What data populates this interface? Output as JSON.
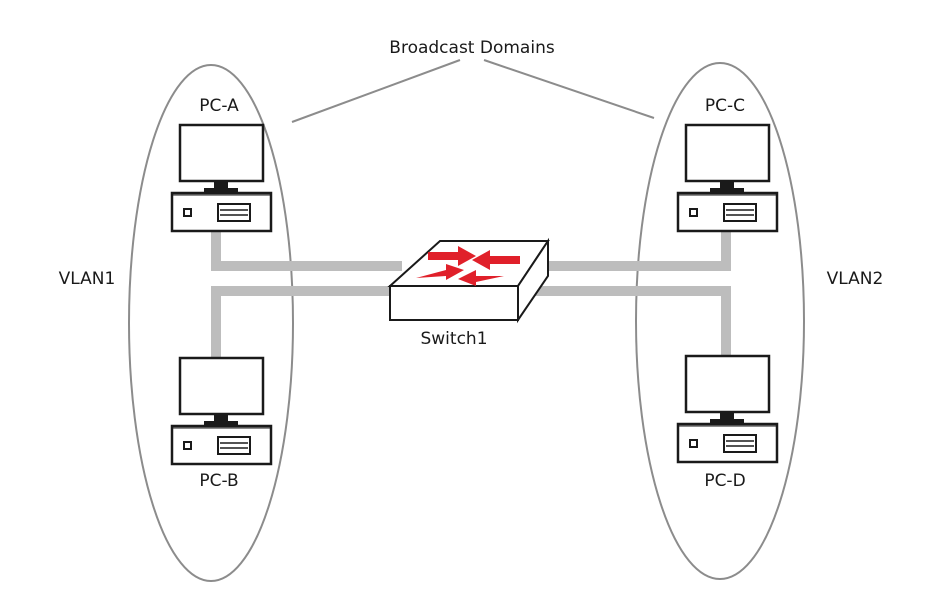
{
  "diagram": {
    "title": "Broadcast Domains",
    "vlans": [
      {
        "label": "VLAN1"
      },
      {
        "label": "VLAN2"
      }
    ],
    "switch": {
      "label": "Switch1"
    },
    "pcs": [
      {
        "label": "PC-A",
        "vlan": "VLAN1"
      },
      {
        "label": "PC-B",
        "vlan": "VLAN1"
      },
      {
        "label": "PC-C",
        "vlan": "VLAN2"
      },
      {
        "label": "PC-D",
        "vlan": "VLAN2"
      }
    ],
    "colors": {
      "outline": "#8c8c8c",
      "cable": "#bdbdbd",
      "arrow": "#e0202a",
      "device_stroke": "#1a1a1a"
    }
  }
}
